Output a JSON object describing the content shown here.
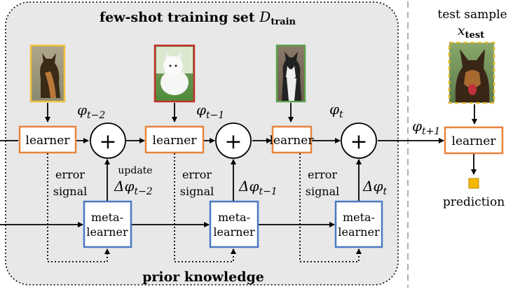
{
  "title_prefix": "few-shot training set ",
  "title_math": "D",
  "title_math_sub": "train",
  "bottom_label": "prior knowledge",
  "test_label": "test sample",
  "test_math": "x",
  "test_math_sub": "test",
  "learner_label": "learner",
  "meta_line1": "meta-",
  "meta_line2": "learner",
  "plus_symbol": "+",
  "error_line1": "error",
  "error_line2": "signal",
  "update_label": "update",
  "prediction_label": "prediction",
  "phi": "φ",
  "dphi": "Δφ",
  "subs": {
    "t_minus_2": "t−2",
    "t_minus_1": "t−1",
    "t": "t",
    "t_plus_1": "t+1"
  },
  "colors": {
    "learner_border": "#e8843c",
    "meta_border": "#4a78c2",
    "panel_fill": "#e8e8e8",
    "img1_border": "#f0c040",
    "img2_border": "#c0302a",
    "img3_border": "#5aa14a",
    "img4_border": "#e0b830",
    "prediction_fill": "#f5b800"
  }
}
